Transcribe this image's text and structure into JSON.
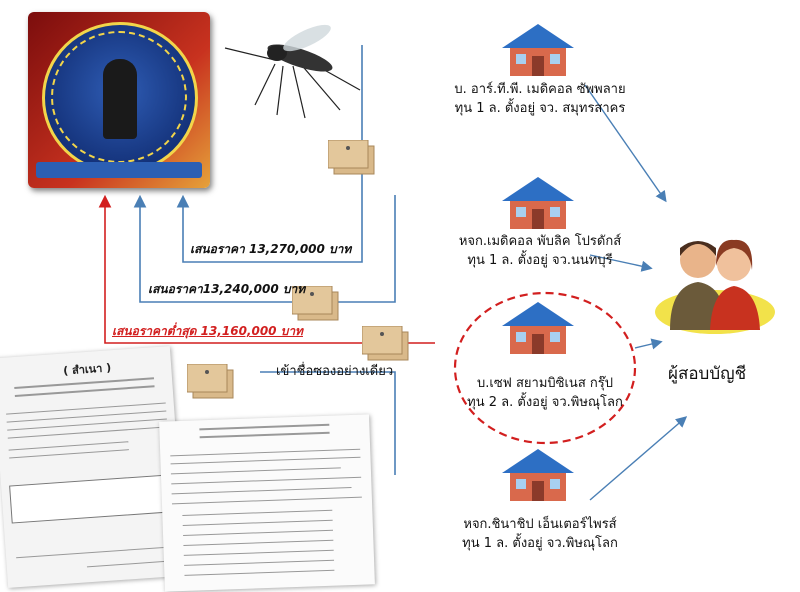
{
  "companies": [
    {
      "name": "บ. อาร์.ที.พี. เมดิคอล ซัพพลาย",
      "detail": "ทุน 1 ล. ตั้งอยู่ จว. สมุทรสาคร"
    },
    {
      "name": "หจก.เมดิคอล พับลิค โปรดักส์",
      "detail": "ทุน 1 ล. ตั้งอยู่ จว.นนทบุรี"
    },
    {
      "name": "บ.เซฟ สยามบิซิเนส กรุ๊ป",
      "detail": "ทุน 2 ล. ตั้งอยู่ จว.พิษณุโลก"
    },
    {
      "name": "หจก.ชินาชิป เอ็นเตอร์ไพรส์",
      "detail": "ทุน 1 ล. ตั้งอยู่ จว.พิษณุโลก"
    }
  ],
  "bids": {
    "bid1": "เสนอราคา 13,270,000 บาท",
    "bid2": "เสนอราคา13,240,000 บาท",
    "bid3": "เสนอราคาต่ำสุด 13,160,000 บาท"
  },
  "single_envelope_note": "เข้าชื่อซองอย่างเดียว",
  "auditor_label": "ผู้สอบบัญชี",
  "document_heading": "( สำเนา )",
  "colors": {
    "arrow_blue": "#4a7fb5",
    "arrow_red": "#d21f1f",
    "roof": "#2d6fc4",
    "wall": "#d9694c",
    "highlight": "#d21f1f"
  }
}
